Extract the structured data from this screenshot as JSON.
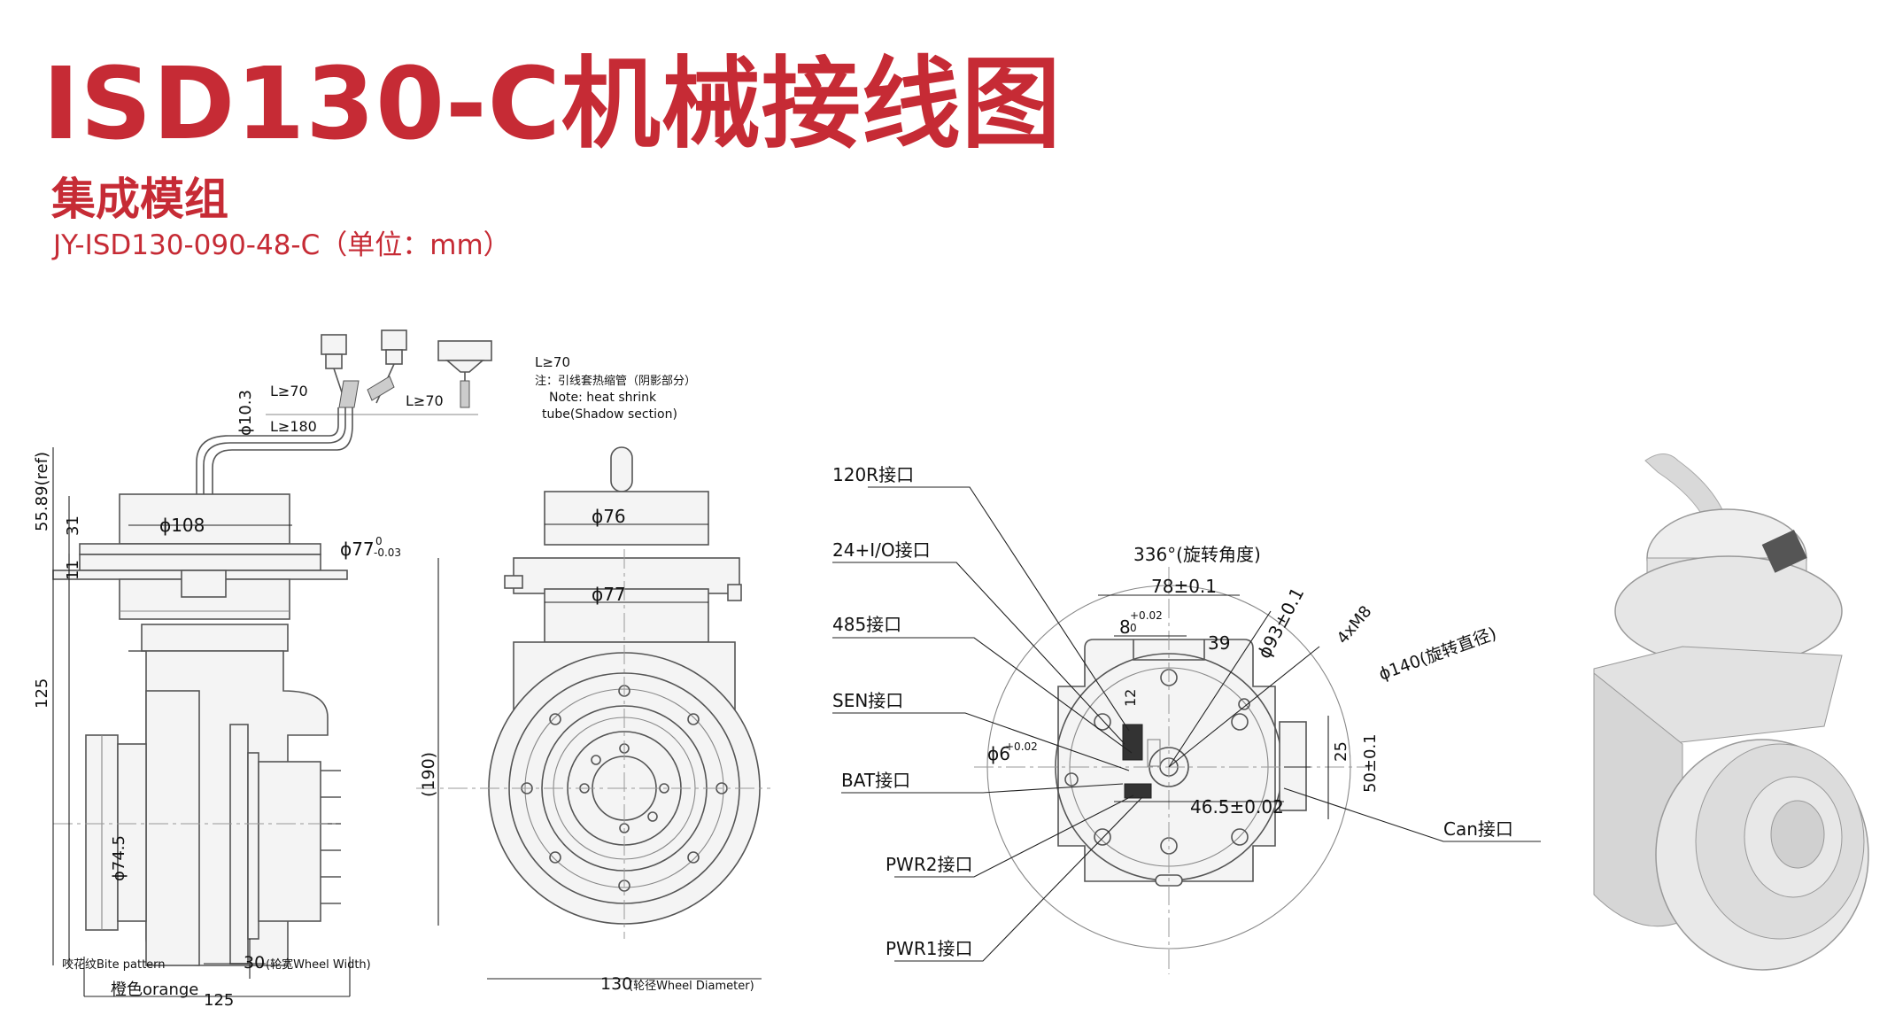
{
  "header": {
    "title": "ISD130-C机械接线图",
    "subtitle": "集成模组",
    "model": "JY-ISD130-090-48-C（单位：mm）"
  },
  "side_view": {
    "cable_len_1": "L≥70",
    "cable_len_2": "L≥70",
    "cable_len_3": "L≥180",
    "cable_len_4": "L≥70",
    "shrink_note_cn": "注：引线套热缩管（阴影部分）",
    "shrink_note_en_1": "Note: heat shrink",
    "shrink_note_en_2": "tube(Shadow section)",
    "dia_cable": "ϕ10.3",
    "height_ref": "55.89(ref)",
    "height_31": "31",
    "height_11": "11",
    "height_125": "125",
    "dia_108": "ϕ108",
    "dia_77": "ϕ77",
    "tol_upper": "0",
    "tol_lower": "-0.03",
    "dia_74_5": "ϕ74.5",
    "bite_pattern": "咬花纹Bite pattern",
    "wheel_width": "30",
    "wheel_width_note": "(轮宽Wheel Width)",
    "orange": "橙色orange",
    "width_125": "125"
  },
  "front_view": {
    "dia_76": "ϕ76",
    "dia_77": "ϕ77",
    "height_190": "(190)",
    "wheel_dia": "130",
    "wheel_dia_note": "(轮径Wheel Diameter)"
  },
  "top_view": {
    "labels": [
      "120R接口",
      "24+I/O接口",
      "485接口",
      "SEN接口",
      "BAT接口",
      "PWR2接口",
      "PWR1接口",
      "Can接口"
    ],
    "rotation": "336°(旋转角度)",
    "dim_78": "78±0.1",
    "dim_8": "8",
    "dim_8_tol_up": "+0.02",
    "dim_8_tol_low": "0",
    "dim_39": "39",
    "dim_12": "12",
    "dia_93": "ϕ93±0.1",
    "bolts": "4xM8",
    "dia_140": "ϕ140(旋转直径)",
    "dia_6": "ϕ6",
    "dia_6_tol": "+0.02",
    "dim_25": "25",
    "dim_50": "50±0.1",
    "dim_46_5": "46.5±0.02"
  },
  "colors": {
    "title_red": "#c62b35",
    "line_gray": "#555555"
  }
}
